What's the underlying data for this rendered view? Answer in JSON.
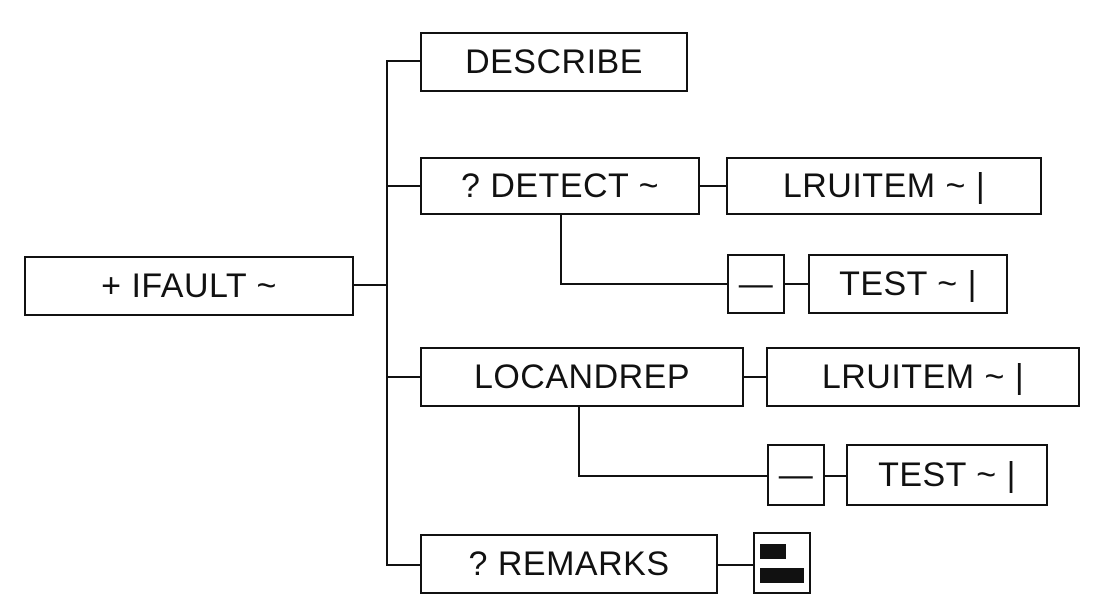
{
  "nodes": {
    "root": "+ IFAULT ~",
    "describe": "DESCRIBE",
    "detect": "? DETECT ~",
    "detect_lruitem": "LRUITEM ~ |",
    "detect_dash": "—",
    "detect_test": "TEST ~ |",
    "locandrep": "LOCANDREP",
    "locandrep_lruitem": "LRUITEM ~ |",
    "locandrep_dash": "—",
    "locandrep_test": "TEST ~ |",
    "remarks": "? REMARKS"
  },
  "icons": {
    "remarks_text_icon": "text-lines-icon"
  },
  "colors": {
    "line": "#111111",
    "background": "#ffffff"
  }
}
